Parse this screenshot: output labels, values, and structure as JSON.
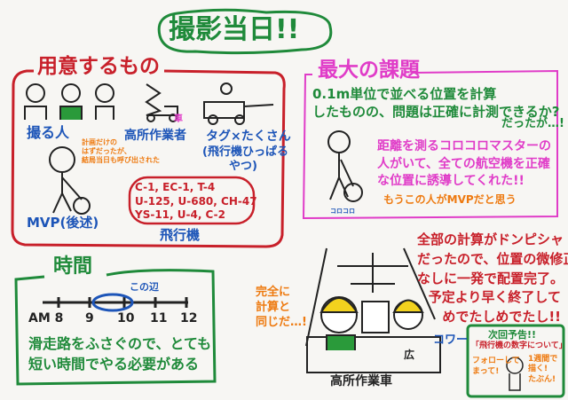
{
  "title": "撮影当日!!",
  "prepare": {
    "heading": "用意するもの",
    "photographers": "撮る人",
    "note": [
      "計画だけの",
      "はずだったが、",
      "結局当日も呼び出された"
    ],
    "lift_worker": "高所作業者",
    "lift_correction": "車",
    "tug": "タグ×たくさん",
    "tug_desc1": "(飛行機ひっぱる",
    "tug_desc2": "やつ)",
    "mvp": "MVP(後述)",
    "aircraft_list": [
      "C-1, EC-1, T-4",
      "U-125, U-680, CH-47",
      "YS-11, U-4, C-2"
    ],
    "aircraft_label": "飛行機"
  },
  "challenge": {
    "heading": "最大の課題",
    "lines": [
      "0.1m単位で並べる位置を計算",
      "したものの、問題は正確に計測できるか?"
    ],
    "but": "だったが…!",
    "master": [
      "距離を測るコロコロマスターの",
      "人がいて、全ての航空機を正確",
      "な位置に誘導してくれた!!"
    ],
    "mvp_note": "もうこの人がMVPだと思う",
    "wheel_label": "コロコロ"
  },
  "time": {
    "heading": "時間",
    "ticks": [
      "AM 8",
      "9",
      "10",
      "11",
      "12"
    ],
    "marker": "この辺",
    "lines": [
      "滑走路をふさぐので、とても",
      "短い時間でやる必要がある"
    ]
  },
  "result": {
    "same": [
      "完全に",
      "計算と",
      "同じだ…!"
    ],
    "lines": [
      "全部の計算がドンピシャ",
      "だったので、位置の微修正",
      "なしに一発で配置完了。",
      "予定より早く終了して",
      "めでたしめでたし!!"
    ],
    "scared": "コワー",
    "vehicle": "高所作業車",
    "badge": "広"
  },
  "next": {
    "heading": "次回予告!!",
    "topic": "「飛行機の数字について」",
    "follow": [
      "フォローして",
      "まって!"
    ],
    "weekly": [
      "1週間で",
      "描く!",
      "たぶん!"
    ]
  },
  "colors": {
    "red": "#c8202a",
    "green": "#1f8a3a",
    "blue": "#1d55b8",
    "pink": "#e03cc8",
    "orange": "#ee7a10"
  }
}
